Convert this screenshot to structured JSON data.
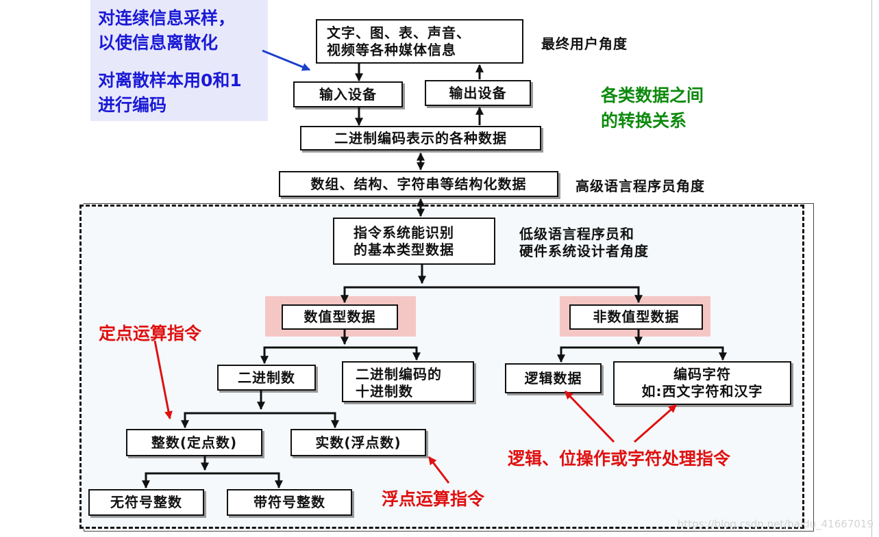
{
  "annotations_blue": {
    "line1": "对连续信息采样，",
    "line2": "以使信息离散化",
    "line3": "对离散样本用0和1",
    "line4": "进行编码"
  },
  "annotation_green": {
    "line1": "各类数据之间",
    "line2": "的转换关系"
  },
  "nodes": {
    "media_line1": "文字、图、表、声音、",
    "media_line2": "视频等各种媒体信息",
    "input_device": "输入设备",
    "output_device": "输出设备",
    "binary_encoded": "二进制编码表示的各种数据",
    "structured": "数组、结构、字符串等结构化数据",
    "basic_types_line1": "指令系统能识别",
    "basic_types_line2": "的基本类型数据",
    "numeric": "数值型数据",
    "non_numeric": "非数值型数据",
    "binary_number": "二进制数",
    "bcd_line1": "二进制编码的",
    "bcd_line2": "十进制数",
    "logic_data": "逻辑数据",
    "char_line1": "编码字符",
    "char_line2": "如:西文字符和汉字",
    "integer": "整数(定点数)",
    "real": "实数(浮点数)",
    "unsigned": "无符号整数",
    "signed": "带符号整数"
  },
  "perspectives": {
    "end_user": "最终用户角度",
    "high_level": "高级语言程序员角度",
    "low_level_line1": "低级语言程序员和",
    "low_level_line2": "硬件系统设计者角度"
  },
  "annotations_red": {
    "fixed_point": "定点运算指令",
    "floating_point": "浮点运算指令",
    "logic_ops": "逻辑、位操作或字符处理指令"
  },
  "watermark": "https://blog.csdn.net/baidu_41667019",
  "colors": {
    "blue_text": "#1a1ad6",
    "blue_panel": "#e8e8fb",
    "green_text": "#0e8a0e",
    "red_text": "#e01010",
    "pink_highlight": "#f4c7c5"
  }
}
